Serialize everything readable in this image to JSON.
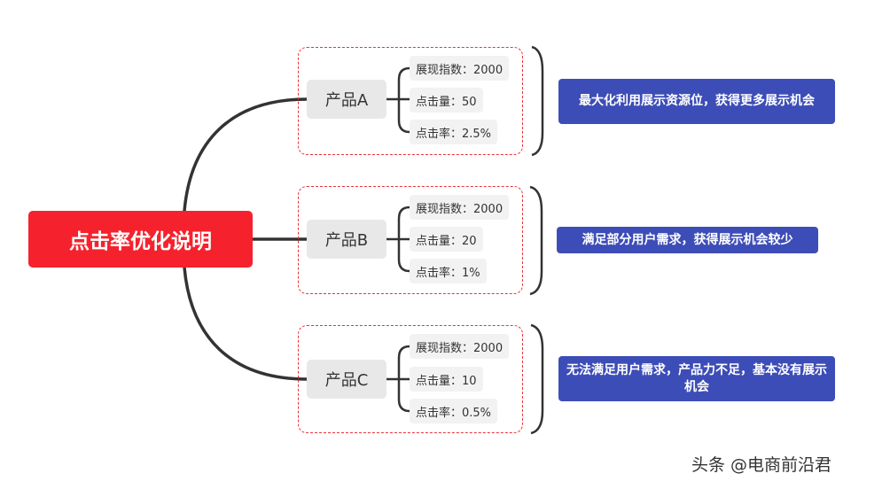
{
  "root": {
    "title": "点击率优化说明"
  },
  "products": [
    {
      "name": "产品A",
      "metrics": [
        "展现指数：2000",
        "点击量：50",
        "点击率：2.5%"
      ],
      "conclusion": "最大化利用展示资源位，获得更多展示机会"
    },
    {
      "name": "产品B",
      "metrics": [
        "展现指数：2000",
        "点击量：20",
        "点击率：1%"
      ],
      "conclusion": "满足部分用户需求，获得展示机会较少"
    },
    {
      "name": "产品C",
      "metrics": [
        "展现指数：2000",
        "点击量：10",
        "点击率：0.5%"
      ],
      "conclusion": "无法满足用户需求，产品力不足，基本没有展示机会"
    }
  ],
  "watermark": "头条 @电商前沿君",
  "colors": {
    "root": "#f5222d",
    "conclusion": "#3d4db7",
    "dashed_border": "#e8323c",
    "lines": "#333333"
  }
}
